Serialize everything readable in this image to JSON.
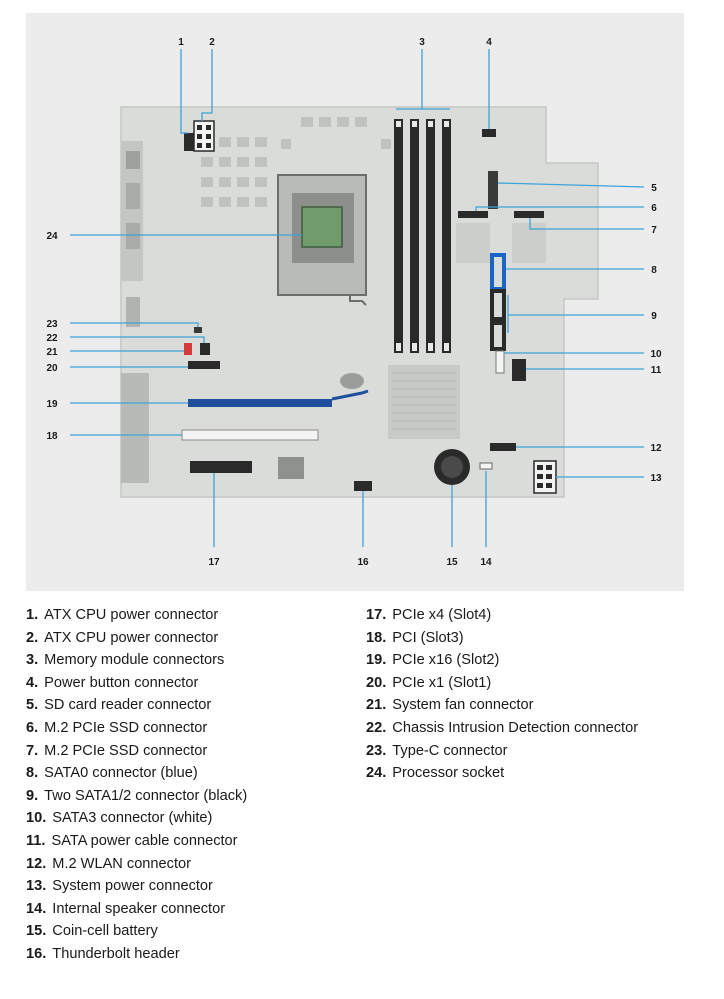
{
  "callouts": {
    "1": "1",
    "2": "2",
    "3": "3",
    "4": "4",
    "5": "5",
    "6": "6",
    "7": "7",
    "8": "8",
    "9": "9",
    "10": "10",
    "11": "11",
    "12": "12",
    "13": "13",
    "14": "14",
    "15": "15",
    "16": "16",
    "17": "17",
    "18": "18",
    "19": "19",
    "20": "20",
    "21": "21",
    "22": "22",
    "23": "23",
    "24": "24"
  },
  "legend": [
    {
      "number": "1.",
      "label": "ATX CPU power connector"
    },
    {
      "number": "2.",
      "label": "ATX CPU power connector"
    },
    {
      "number": "3.",
      "label": "Memory module connectors"
    },
    {
      "number": "4.",
      "label": "Power button connector"
    },
    {
      "number": "5.",
      "label": "SD card reader connector"
    },
    {
      "number": "6.",
      "label": "M.2 PCIe SSD connector"
    },
    {
      "number": "7.",
      "label": "M.2 PCIe SSD connector"
    },
    {
      "number": "8.",
      "label": "SATA0 connector (blue)"
    },
    {
      "number": "9.",
      "label": "Two SATA1/2 connector (black)"
    },
    {
      "number": "10.",
      "label": "SATA3 connector (white)"
    },
    {
      "number": "11.",
      "label": "SATA power cable connector"
    },
    {
      "number": "12.",
      "label": "M.2 WLAN connector"
    },
    {
      "number": "13.",
      "label": "System power connector"
    },
    {
      "number": "14.",
      "label": "Internal speaker connector"
    },
    {
      "number": "15.",
      "label": "Coin-cell battery"
    },
    {
      "number": "16.",
      "label": "Thunderbolt header"
    },
    {
      "number": "17.",
      "label": "PCIe x4 (Slot4)"
    },
    {
      "number": "18.",
      "label": "PCI (Slot3)"
    },
    {
      "number": "19.",
      "label": "PCIe x16 (Slot2)"
    },
    {
      "number": "20.",
      "label": "PCIe x1 (Slot1)"
    },
    {
      "number": "21.",
      "label": "System fan connector"
    },
    {
      "number": "22.",
      "label": "Chassis Intrusion Detection connector"
    },
    {
      "number": "23.",
      "label": "Type-C connector"
    },
    {
      "number": "24.",
      "label": "Processor socket"
    }
  ],
  "colors": {
    "panel_bg": "#ececec",
    "board": "#d9dcd8",
    "board_edge": "#c9ccc8",
    "leader": "#3da3d9",
    "slot_blue": "#1f4e9c",
    "sata_blue": "#1b64c8",
    "red": "#d63a3a",
    "dark": "#2a2a2a",
    "white_conn": "#f4f4f4"
  }
}
